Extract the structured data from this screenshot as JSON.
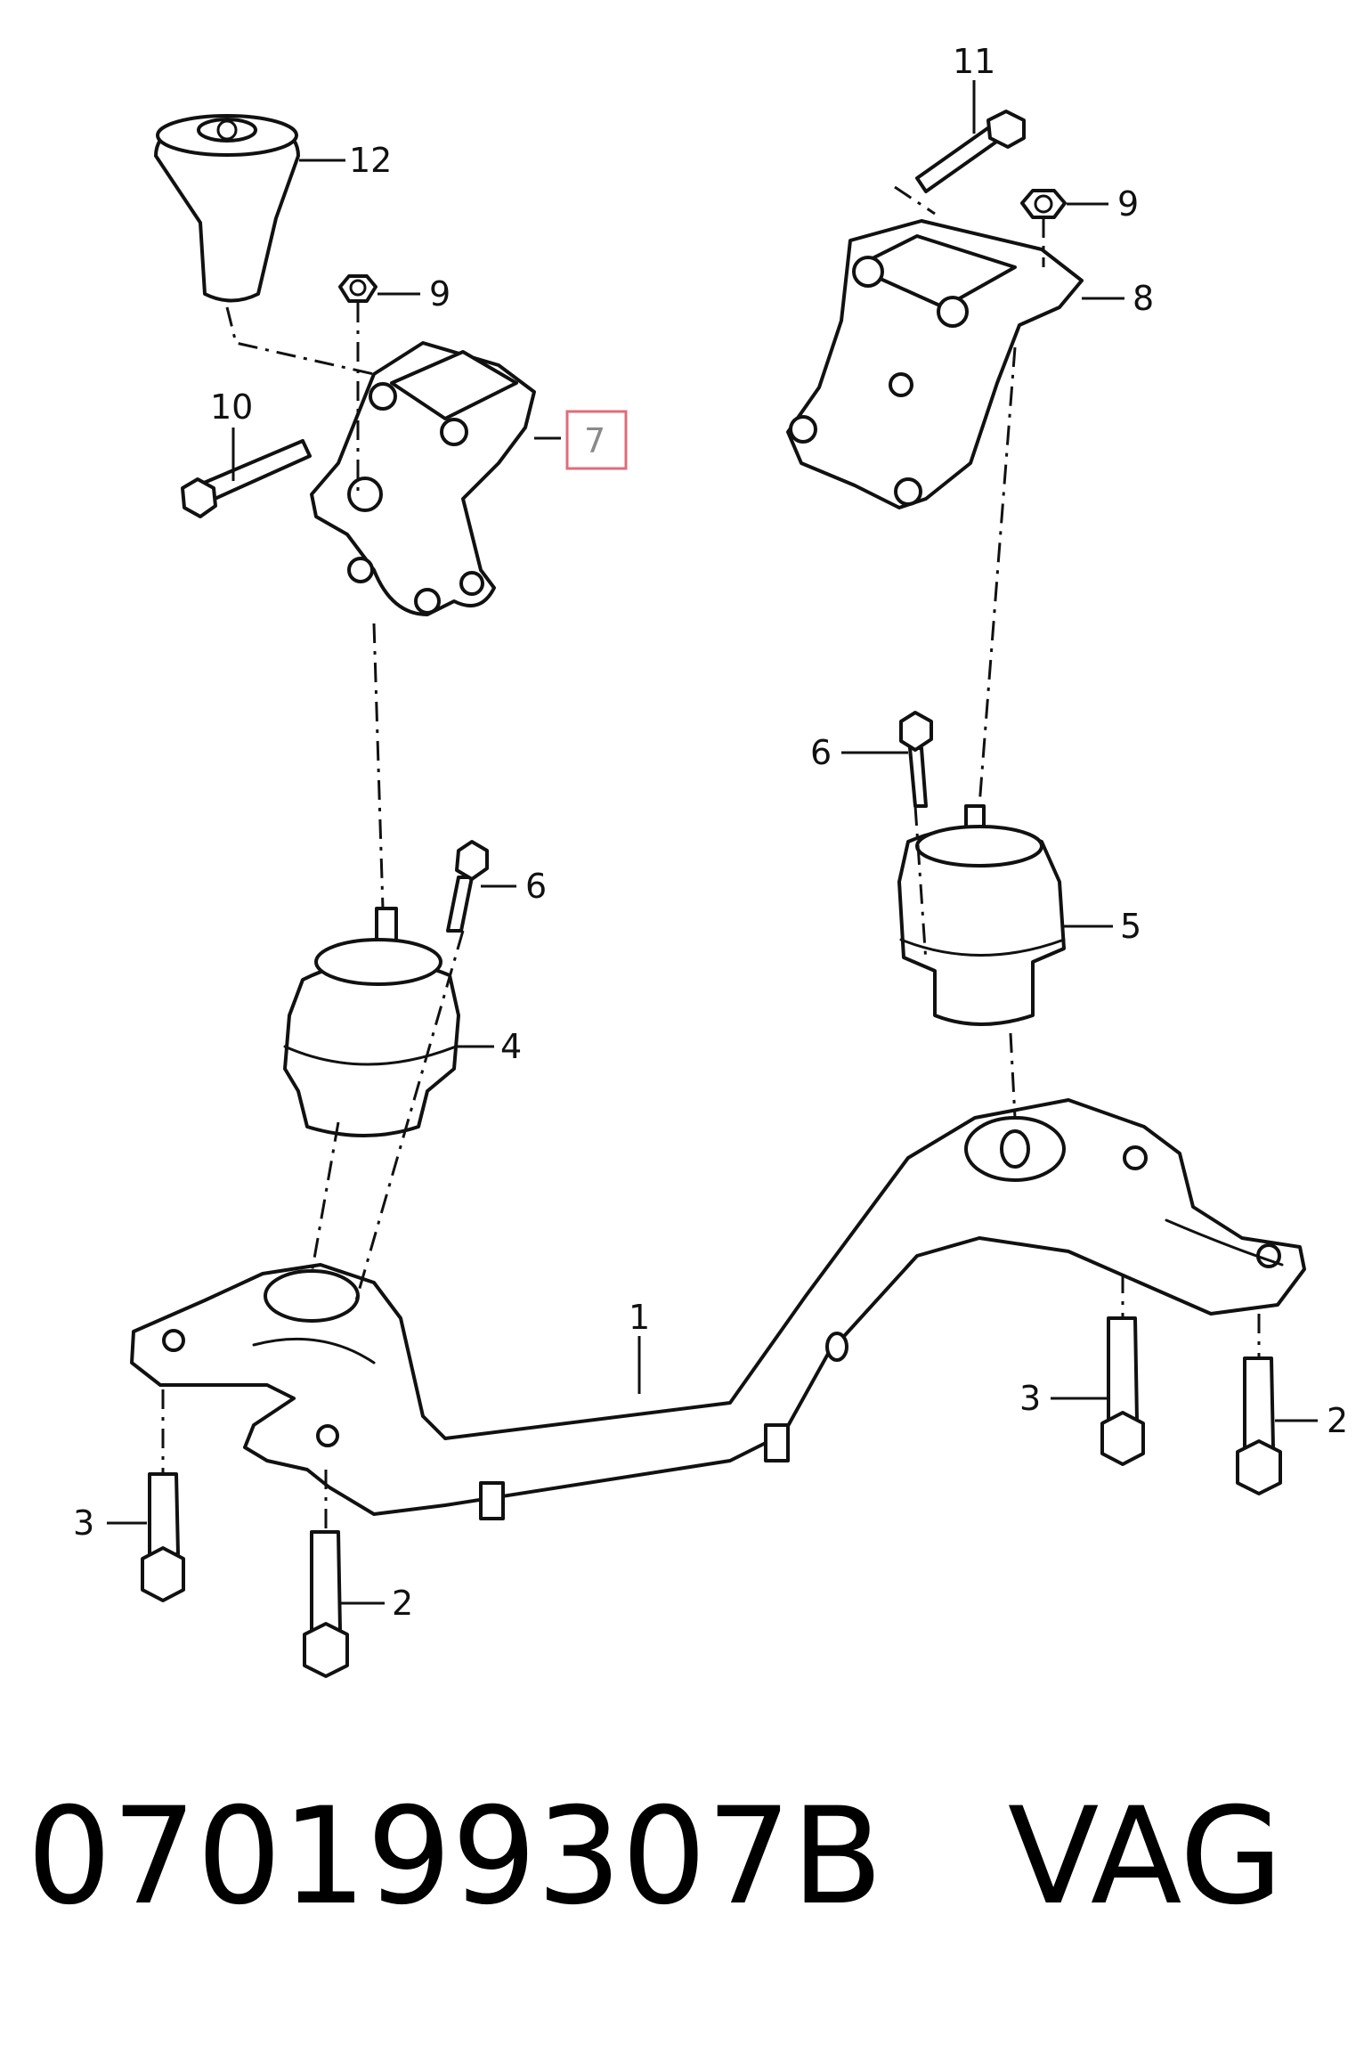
{
  "diagram": {
    "callouts": {
      "c1": "1",
      "c2a": "2",
      "c2b": "2",
      "c3a": "3",
      "c3b": "3",
      "c4": "4",
      "c5": "5",
      "c6a": "6",
      "c6b": "6",
      "c7": "7",
      "c8": "8",
      "c9a": "9",
      "c9b": "9",
      "c10": "10",
      "c11": "11",
      "c12": "12"
    },
    "highlighted_callout": "7",
    "highlight_color": "#e06c78"
  },
  "footer": {
    "part_number": "070199307B",
    "brand": "VAG"
  }
}
